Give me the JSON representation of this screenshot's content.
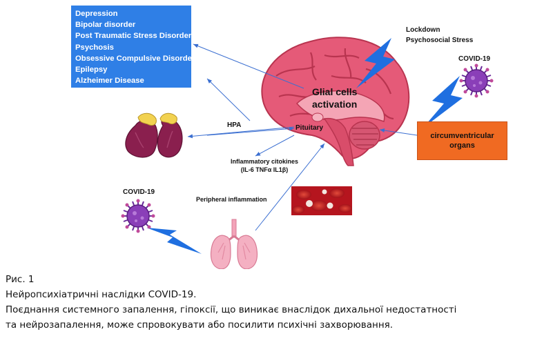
{
  "disorders": [
    "Depression",
    "Bipolar disorder",
    "Post Traumatic Stress Disorder",
    "Psychosis",
    "Obsessive Compulsive Disorder",
    "Epilepsy",
    "Alzheimer Disease"
  ],
  "labels": {
    "lockdown": "Lockdown",
    "psychosocial_stress": "Psychosocial Stress",
    "covid_top": "COVID-19",
    "covid_left": "COVID-19",
    "glial_line1": "Glial cells",
    "glial_line2": "activation",
    "hpa": "HPA",
    "pituitary": "Pituitary",
    "cvo_line1": "circumventricular",
    "cvo_line2": "organs",
    "cytokines_line1": "Inflammatory citokines",
    "cytokines_line2": "(IL-6 TNFα IL1β)",
    "peripheral": "Peripheral inflammation"
  },
  "caption": {
    "figure": "Рис. 1",
    "title": "Нейропсихіатричні наслідки COVID-19.",
    "line1": "Поєднання системного запалення, гіпоксії, що виникає внаслідок дихальної недостатності",
    "line2": "та нейрозапалення, може спровокувати або посилити психічні захворювання."
  },
  "colors": {
    "disorder_box": "#2f7fe6",
    "cvo_box": "#f06a22",
    "arrow": "#3b6fd1",
    "lightning": "#1f6fe0",
    "virus": "#7a2fa8",
    "brain": "#e0506e",
    "adrenal": "#8a1f4e",
    "lungs": "#f2a3b8"
  },
  "icons": [
    "brain-icon",
    "adrenal-glands-icon",
    "lungs-icon",
    "virus-icon",
    "lightning-icon",
    "blood-cells-icon"
  ]
}
